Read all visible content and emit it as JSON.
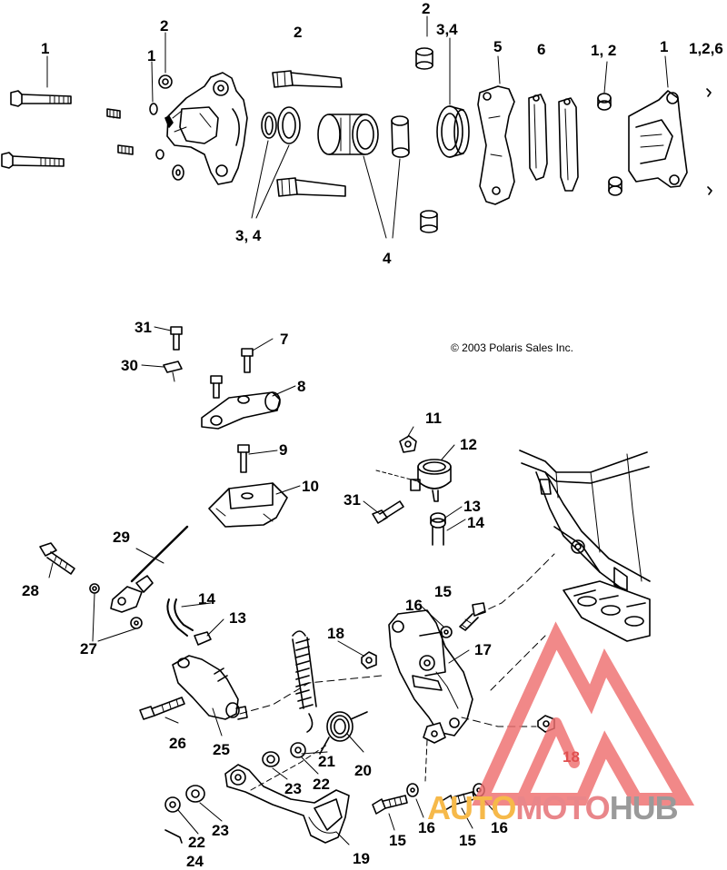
{
  "copyright": "© 2003 Polaris Sales Inc.",
  "watermark": {
    "parts": [
      {
        "text": "AUTO",
        "color": "#f6b94a"
      },
      {
        "text": "MOTO",
        "color": "#e9868a"
      },
      {
        "text": "HUB",
        "color": "#9a9a9a"
      }
    ],
    "logo_color": "#ee6f6f"
  },
  "callouts": [
    "1",
    "2",
    "1",
    "2",
    "2",
    "3,4",
    "5",
    "6",
    "1, 2",
    "1",
    "1,2,6",
    "3, 4",
    "4",
    "31",
    "7",
    "30",
    "8",
    "9",
    "10",
    "11",
    "12",
    "31",
    "13",
    "14",
    "29",
    "28",
    "14",
    "13",
    "16",
    "15",
    "18",
    "17",
    "27",
    "26",
    "25",
    "21",
    "20",
    "18",
    "23",
    "22",
    "23",
    "22",
    "24",
    "19",
    "15",
    "16",
    "15",
    "16"
  ]
}
